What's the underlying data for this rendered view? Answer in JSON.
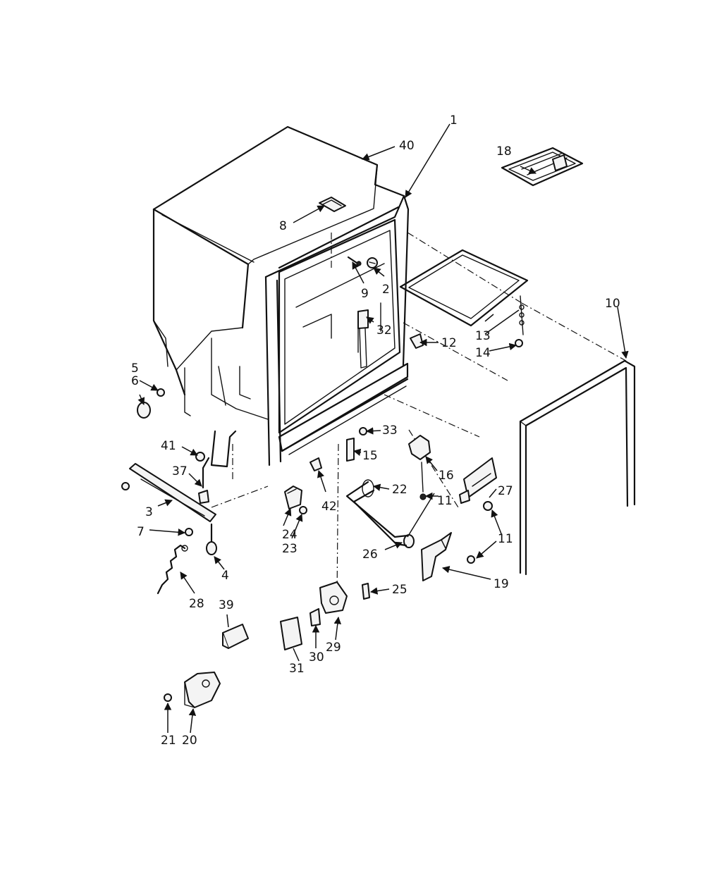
{
  "callouts": [
    "1",
    "2",
    "3",
    "4",
    "5",
    "6",
    "7",
    "8",
    "9",
    "10",
    "11",
    "11",
    "12",
    "13",
    "14",
    "15",
    "16",
    "18",
    "19",
    "20",
    "21",
    "22",
    "23",
    "24",
    "25",
    "26",
    "27",
    "28",
    "29",
    "30",
    "31",
    "32",
    "33",
    "37",
    "39",
    "40",
    "41",
    "42"
  ]
}
